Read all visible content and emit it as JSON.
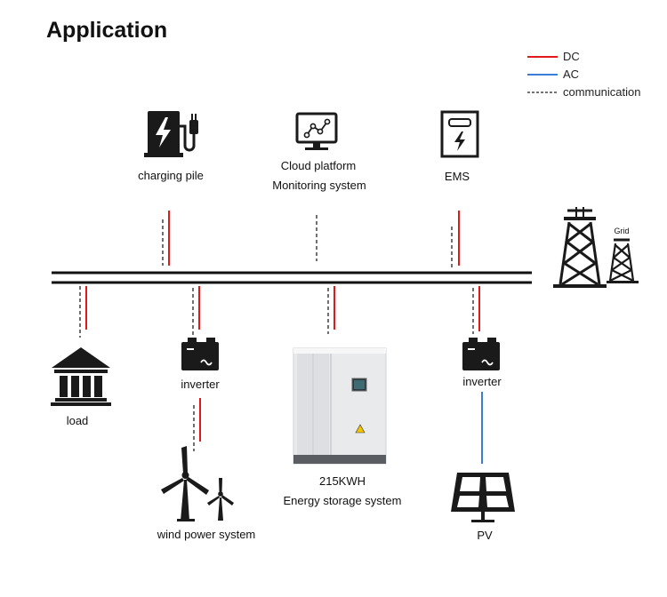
{
  "title": "Application",
  "legend": {
    "dc": "DC",
    "ac": "AC",
    "communication": "communication",
    "dc_color": "#e11919",
    "ac_color": "#3a7fd5",
    "comm_color": "#222222"
  },
  "nodes": {
    "charging_pile": "charging pile",
    "cloud_platform": "Cloud platform",
    "monitoring_system": "Monitoring system",
    "ems": "EMS",
    "grid": "Grid",
    "load": "load",
    "inverter_left": "inverter",
    "inverter_right": "inverter",
    "wind": "wind power system",
    "ess_capacity": "215KWH",
    "ess_name": "Energy storage system",
    "pv": "PV"
  }
}
